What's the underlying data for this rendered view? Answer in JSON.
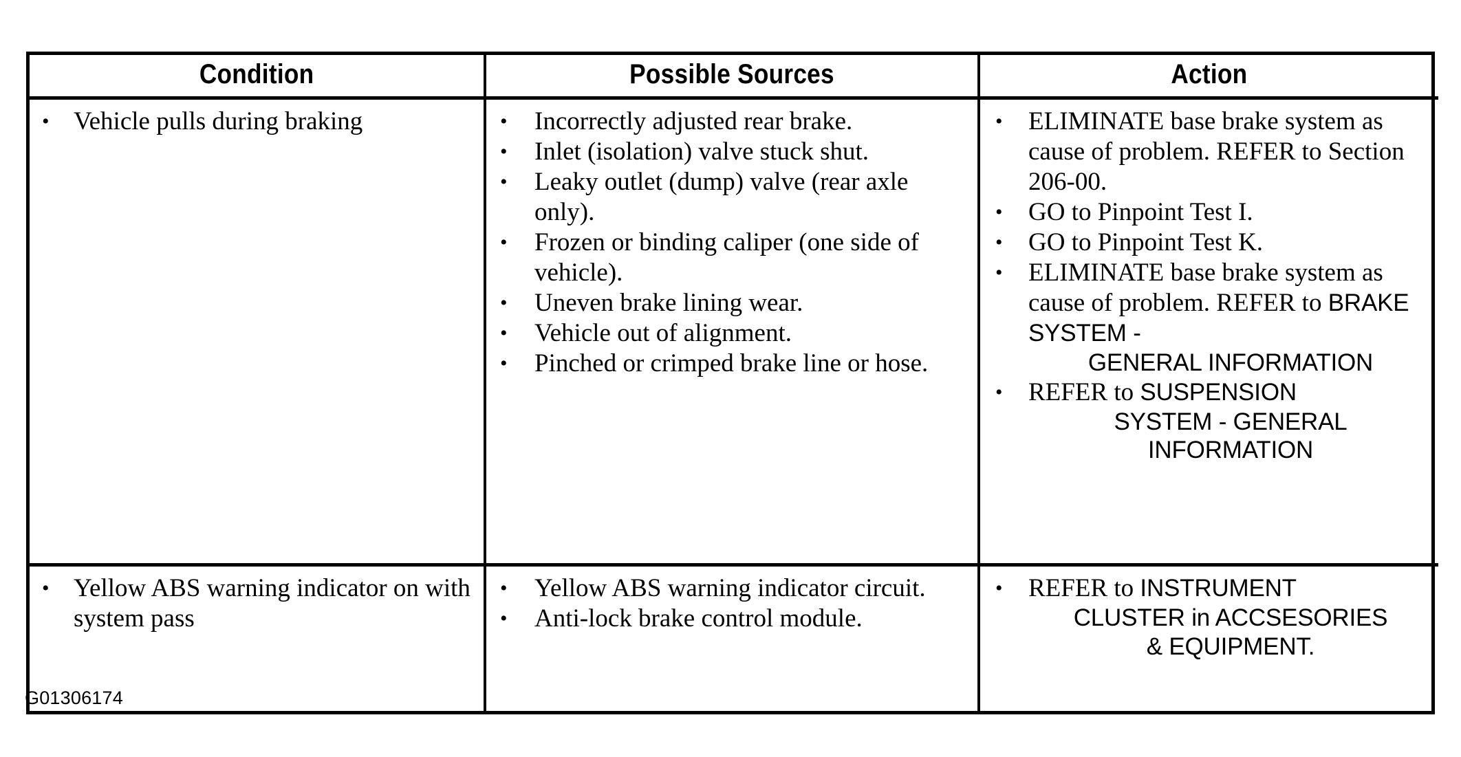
{
  "document": {
    "type": "diagnostic-troubleshooting-table",
    "caption": "G01306174"
  },
  "table": {
    "headers": {
      "condition": "Condition",
      "sources": "Possible Sources",
      "action": "Action"
    },
    "bullet_glyph": "•",
    "rows": [
      {
        "condition": [
          {
            "text": "Vehicle pulls during braking",
            "gap": "gap-none"
          }
        ],
        "sources": [
          {
            "text": "Incorrectly adjusted rear brake.",
            "gap": "gap-none"
          },
          {
            "text": "Inlet (isolation) valve stuck shut.",
            "gap": "gap-large"
          },
          {
            "text": "Leaky outlet (dump) valve (rear axle only).",
            "gap": "gap-none"
          },
          {
            "text": "Frozen or binding caliper (one side of vehicle).",
            "gap": "gap-none"
          },
          {
            "text": "Uneven brake lining wear.",
            "gap": "gap-none"
          },
          {
            "text": "Vehicle out of alignment.",
            "gap": "gap-large"
          },
          {
            "text": "Pinched or crimped brake line or hose.",
            "gap": "gap-none"
          }
        ],
        "action": [
          {
            "gap": "gap-none",
            "segments": [
              {
                "style": "serif",
                "text": "ELIMINATE base brake system as cause of problem. REFER to Section 206-00."
              }
            ]
          },
          {
            "gap": "gap-none",
            "segments": [
              {
                "style": "serif",
                "text": "GO to Pinpoint Test I."
              }
            ]
          },
          {
            "gap": "gap-med",
            "segments": [
              {
                "style": "serif",
                "text": "GO to Pinpoint Test K."
              }
            ]
          },
          {
            "gap": "gap-med",
            "segments": [
              {
                "style": "serif",
                "text": "ELIMINATE base brake system as cause of problem. "
              },
              {
                "style": "serif-inline",
                "text": "REFER to "
              },
              {
                "style": "sans-inline",
                "text": "BRAKE SYSTEM -"
              },
              {
                "style": "sans-center",
                "text": "GENERAL INFORMATION"
              }
            ]
          },
          {
            "gap": "gap-none",
            "segments": [
              {
                "style": "serif-inline",
                "text": "REFER to "
              },
              {
                "style": "sans-inline",
                "text": "SUSPENSION"
              },
              {
                "style": "sans-center",
                "text": "SYSTEM - GENERAL"
              },
              {
                "style": "sans-center",
                "text": "INFORMATION"
              }
            ]
          }
        ]
      },
      {
        "condition": [
          {
            "text": "Yellow ABS warning indicator on with system pass",
            "gap": "gap-none"
          }
        ],
        "sources": [
          {
            "text": "Yellow ABS warning indicator circuit.",
            "gap": "gap-none"
          },
          {
            "text": "Anti-lock brake control module.",
            "gap": "gap-none"
          }
        ],
        "action": [
          {
            "gap": "gap-none",
            "segments": [
              {
                "style": "serif-inline",
                "text": "REFER to "
              },
              {
                "style": "sans-inline",
                "text": "INSTRUMENT"
              },
              {
                "style": "sans-center",
                "text": "CLUSTER in ACCSESORIES"
              },
              {
                "style": "sans-center",
                "text": "& EQUIPMENT."
              }
            ]
          }
        ]
      }
    ]
  },
  "colors": {
    "ink": "#000000",
    "paper": "#ffffff"
  }
}
